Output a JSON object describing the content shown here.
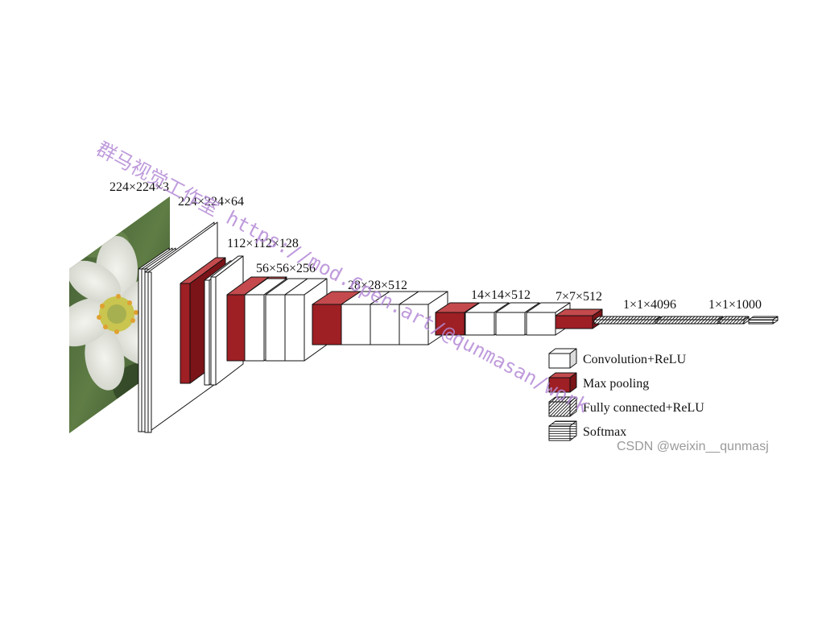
{
  "colors": {
    "conv_face": "#ffffff",
    "pool_front": "#9e1f24",
    "pool_top": "#c44a4d",
    "pool_side": "#7a1418",
    "stroke": "#111111",
    "watermark": "#b48ad6",
    "csdn": "#9a9a9a"
  },
  "input": {
    "label": "224×224×3",
    "image_icon": "white-flower-photo"
  },
  "stages": [
    {
      "label": "224×224×64"
    },
    {
      "label": "112×112×128"
    },
    {
      "label": "56×56×256"
    },
    {
      "label": "28×28×512"
    },
    {
      "label": "14×14×512"
    },
    {
      "label": "7×7×512"
    }
  ],
  "fc_layers": [
    {
      "label": "1×1×4096"
    },
    {
      "label": "1×1×1000"
    }
  ],
  "legend": [
    {
      "type": "conv",
      "label": "Convolution+ReLU"
    },
    {
      "type": "pool",
      "label": "Max pooling"
    },
    {
      "type": "fc",
      "label": "Fully connected+ReLU"
    },
    {
      "type": "softmax",
      "label": "Softmax"
    }
  ],
  "watermarks": {
    "diagonal": "群马视觉工作室 https://mod.6pen.art/@qunmasan/work",
    "csdn": "CSDN @weixin__qunmasj"
  }
}
